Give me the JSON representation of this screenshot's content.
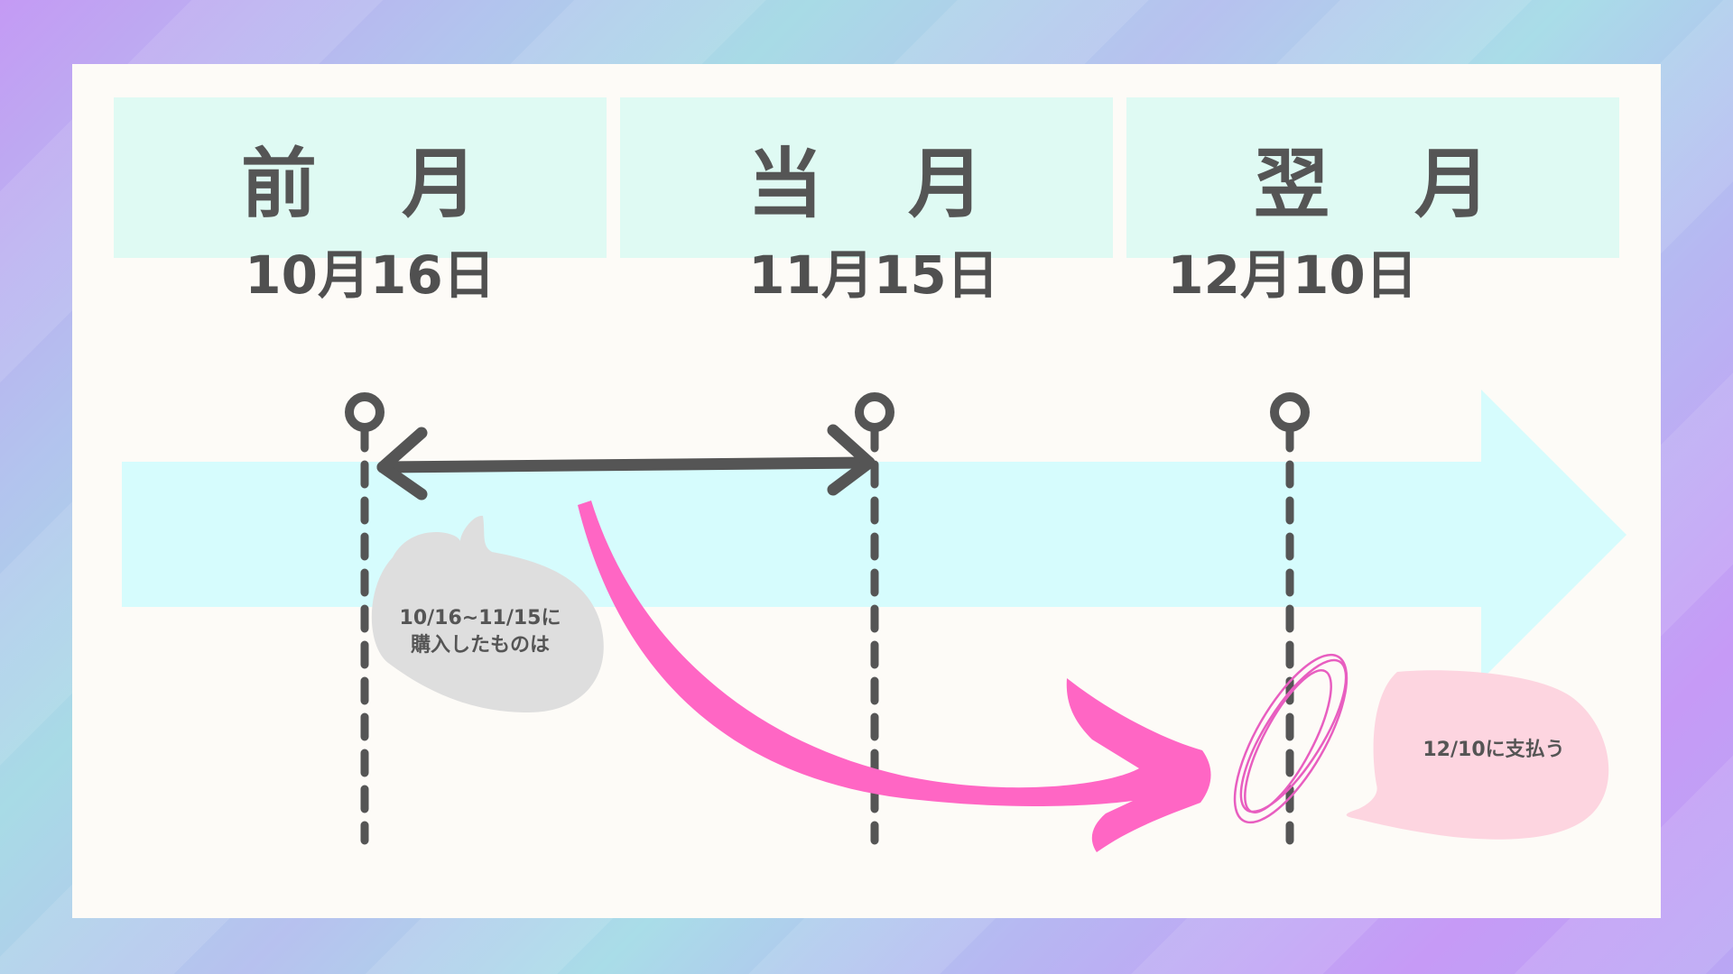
{
  "columns": [
    {
      "kanji1": "前",
      "kanji2": "月"
    },
    {
      "kanji1": "当",
      "kanji2": "月"
    },
    {
      "kanji1": "翌",
      "kanji2": "月"
    }
  ],
  "dates": [
    "10月16日",
    "11月15日",
    "12月10日"
  ],
  "bubbles": {
    "purchase_line1": "10/16~11/15に",
    "purchase_line2": "購入したものは",
    "payment": "12/10に支払う"
  },
  "colors": {
    "header_bg": "#dffaf3",
    "timeline_arrow": "#d6fcfd",
    "pink_arrow": "#ff66c4",
    "gray_bubble": "#dedede",
    "pink_bubble": "#fdd5e0",
    "text": "#555555"
  }
}
